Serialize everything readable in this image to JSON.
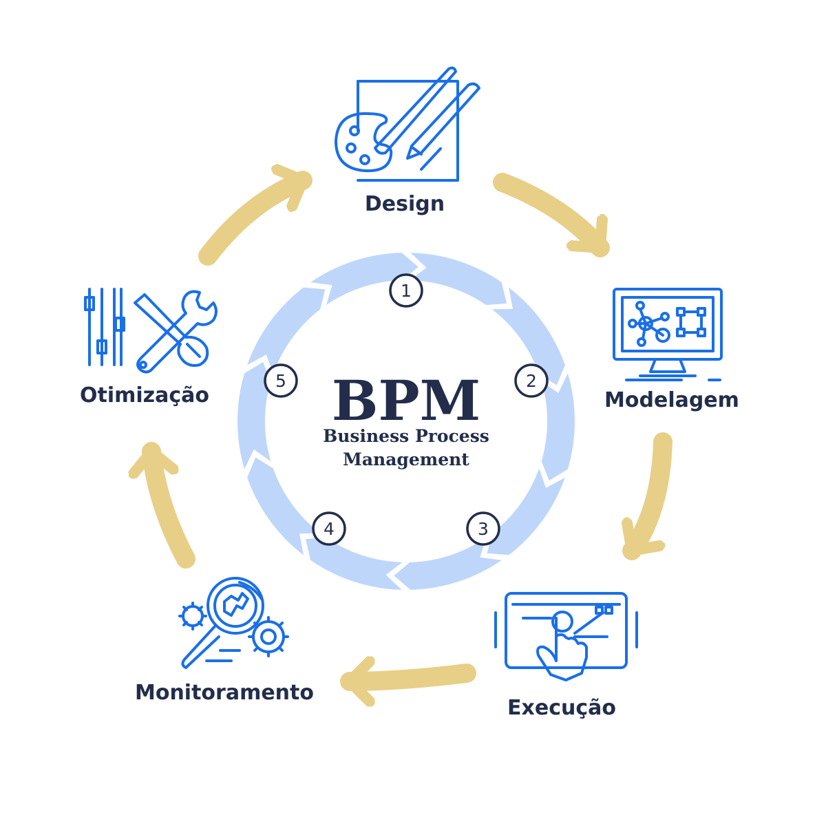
{
  "center": {
    "acronym": "BPM",
    "subtitle_line1": "Business Process",
    "subtitle_line2": "Management"
  },
  "steps": [
    {
      "number": "1",
      "label": "Design",
      "icon": "palette-pencil-icon"
    },
    {
      "number": "2",
      "label": "Modelagem",
      "icon": "monitor-diagram-icon"
    },
    {
      "number": "3",
      "label": "Execução",
      "icon": "touchscreen-hand-icon"
    },
    {
      "number": "4",
      "label": "Monitoramento",
      "icon": "magnifier-gears-icon"
    },
    {
      "number": "5",
      "label": "Otimização",
      "icon": "tools-sliders-icon"
    }
  ],
  "colors": {
    "icon_blue": "#1a6fe8",
    "text_navy": "#232d4b",
    "outer_arrow_gold": "#e8cf88",
    "inner_ring_blue": "#bfd6fb"
  }
}
